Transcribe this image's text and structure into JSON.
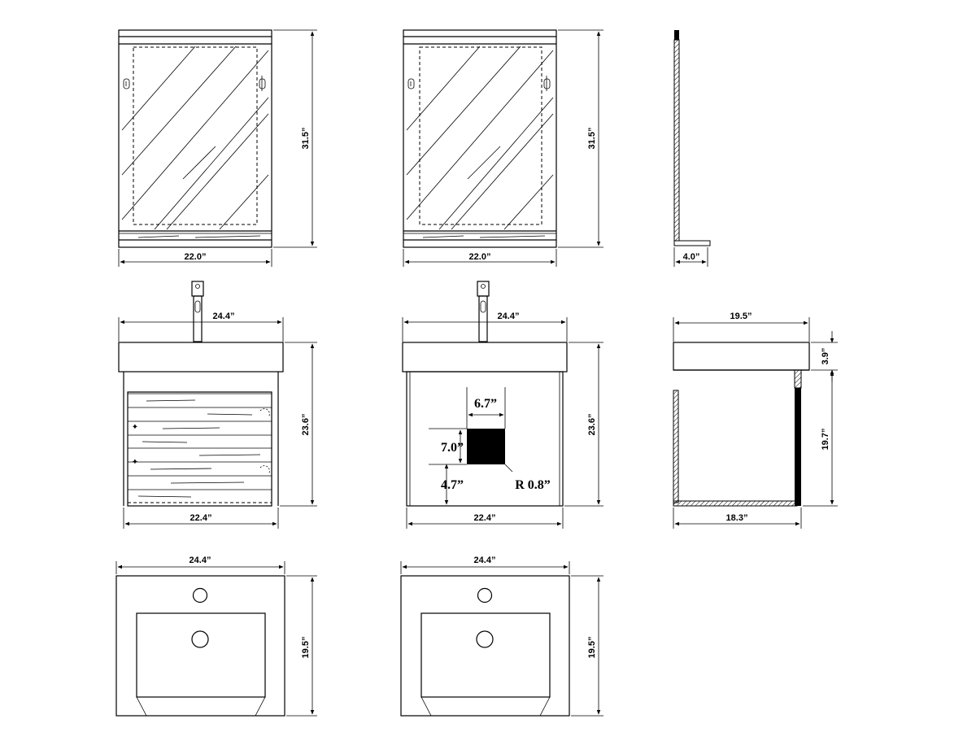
{
  "dimensions": {
    "mirror_front_width": "22.0”",
    "mirror_front_height": "31.5”",
    "mirror_back_width": "22.0”",
    "mirror_back_height": "31.5”",
    "mirror_side_depth": "4.0”",
    "vanity_front_top_width": "24.4”",
    "vanity_front_height": "23.6”",
    "vanity_front_bottom_width": "22.4”",
    "vanity_back_top_width": "24.4”",
    "vanity_back_height": "23.6”",
    "vanity_back_bottom_width": "22.4”",
    "cutout_width": "6.7”",
    "cutout_height": "7.0”",
    "cutout_offset": "4.7”",
    "cutout_radius": "R 0.8”",
    "vanity_side_depth": "19.5”",
    "vanity_side_top_height": "3.9”",
    "vanity_side_cabinet_height": "19.7”",
    "vanity_side_inner_depth": "18.3”",
    "sink_top_a_width": "24.4”",
    "sink_top_a_depth": "19.5”",
    "sink_top_b_width": "24.4”",
    "sink_top_b_depth": "19.5”"
  }
}
